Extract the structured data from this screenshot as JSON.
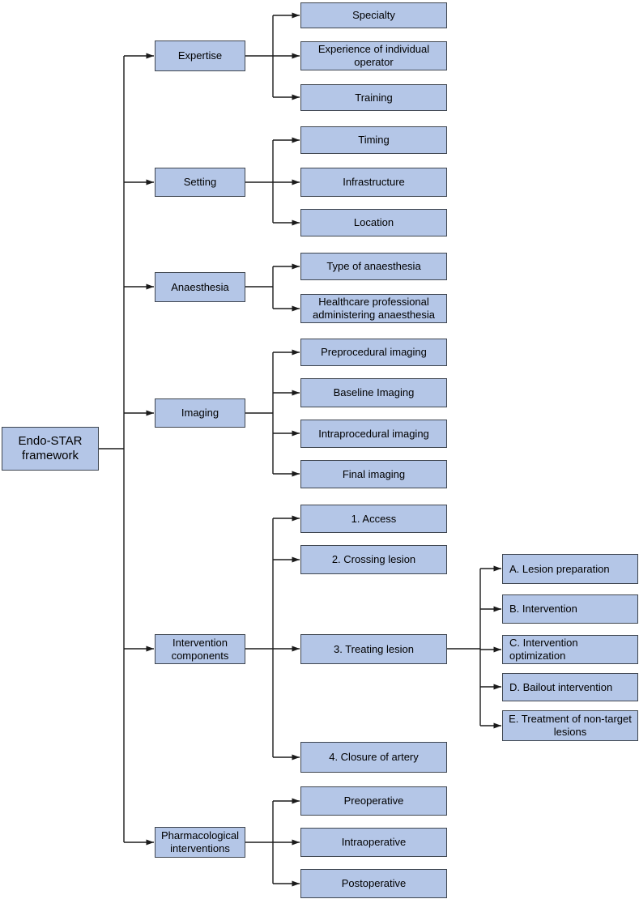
{
  "tree": {
    "root": {
      "label": "Endo-STAR framework"
    },
    "branches": [
      {
        "label": "Expertise",
        "children": [
          {
            "label": "Specialty"
          },
          {
            "label": "Experience of individual operator"
          },
          {
            "label": "Training"
          }
        ]
      },
      {
        "label": "Setting",
        "children": [
          {
            "label": "Timing"
          },
          {
            "label": "Infrastructure"
          },
          {
            "label": "Location"
          }
        ]
      },
      {
        "label": "Anaesthesia",
        "children": [
          {
            "label": "Type of anaesthesia"
          },
          {
            "label": "Healthcare professional administering anaesthesia"
          }
        ]
      },
      {
        "label": "Imaging",
        "children": [
          {
            "label": "Preprocedural imaging"
          },
          {
            "label": "Baseline Imaging"
          },
          {
            "label": "Intraprocedural imaging"
          },
          {
            "label": "Final imaging"
          }
        ]
      },
      {
        "label": "Intervention components",
        "children": [
          {
            "label": "1. Access"
          },
          {
            "label": "2. Crossing lesion"
          },
          {
            "label": "3. Treating lesion",
            "children": [
              {
                "label": "A. Lesion preparation"
              },
              {
                "label": "B. Intervention"
              },
              {
                "label": "C. Intervention optimization"
              },
              {
                "label": "D. Bailout intervention"
              },
              {
                "label": "E. Treatment of non-target lesions"
              }
            ]
          },
          {
            "label": "4. Closure of artery"
          }
        ]
      },
      {
        "label": "Pharmacological interventions",
        "children": [
          {
            "label": "Preoperative"
          },
          {
            "label": "Intraoperative"
          },
          {
            "label": "Postoperative"
          }
        ]
      }
    ]
  },
  "colors": {
    "box_fill": "#b4c6e7",
    "box_border": "#3f4650",
    "connector": "#1b1b1b",
    "text": "#000000",
    "background": "#ffffff"
  }
}
